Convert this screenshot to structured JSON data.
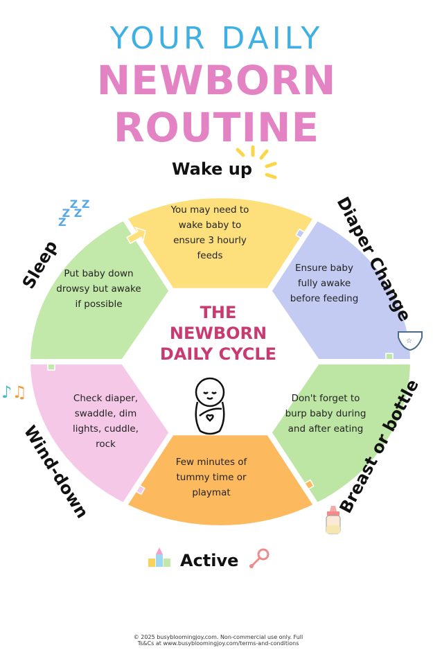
{
  "header": {
    "line1": "YOUR DAILY",
    "line2": "NEWBORN ROUTINE"
  },
  "center": {
    "title_lines": [
      "THE",
      "NEWBORN",
      "DAILY CYCLE"
    ]
  },
  "colors": {
    "wake": "#fde07c",
    "diaper": "#c3cbf2",
    "feed": "#bde5a3",
    "active": "#fdb95e",
    "wind": "#f6c8e7",
    "sleep": "#c2e8aa",
    "title_blue": "#3eb0e3",
    "title_pink": "#e383c4",
    "center_text": "#c93a72"
  },
  "stages": [
    {
      "label": "Wake up",
      "text": "You may need to wake baby to ensure 3 hourly feeds",
      "icon": "sun-rays-icon"
    },
    {
      "label": "Diaper Change",
      "text": "Ensure baby fully awake before feeding",
      "icon": "diaper-icon"
    },
    {
      "label": "Breast or bottle",
      "text": "Don't forget to burp baby during and after eating",
      "icon": "baby-bottle-icon"
    },
    {
      "label": "Active",
      "text": "Few minutes of tummy time or playmat",
      "icon": "toy-blocks-icon"
    },
    {
      "label": "Wind-down",
      "text": "Check diaper, swaddle, dim lights, cuddle, rock",
      "icon": "music-notes-icon"
    },
    {
      "label": "Sleep",
      "text": "Put baby down drowsy but awake if possible",
      "icon": "zzz-icon"
    }
  ],
  "footer": {
    "line1": "©  2025 busybloomingjoy.com. Non-commercial use only. Full",
    "line2": "Ts&Cs at www.busybloomingjoy.com/terms-and-conditions"
  }
}
